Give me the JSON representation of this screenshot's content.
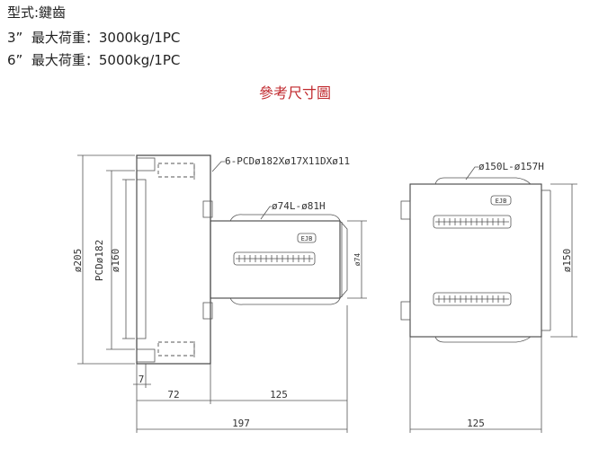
{
  "spec": {
    "type_line": "型式:鍵齒",
    "line_3in": "3”  最大荷重：3000kg/1PC",
    "line_6in": "6”  最大荷重：5000kg/1PC"
  },
  "drawing_title": "參考尺寸圖",
  "labels": {
    "bolt_pattern": "6-PCDø182Xø17X11DXø11",
    "axle_left": "ø74L-ø81H",
    "axle_right": "ø150L-ø157H",
    "dia_205": "ø205",
    "pcd_182": "PCDø182",
    "dia_160": "ø160",
    "dia_74": "ø74",
    "dia_150": "ø150",
    "dim_7": "7",
    "dim_72": "72",
    "dim_125_left": "125",
    "dim_197": "197",
    "dim_125_right": "125",
    "brand_left": "EJB",
    "brand_right": "EJB"
  }
}
